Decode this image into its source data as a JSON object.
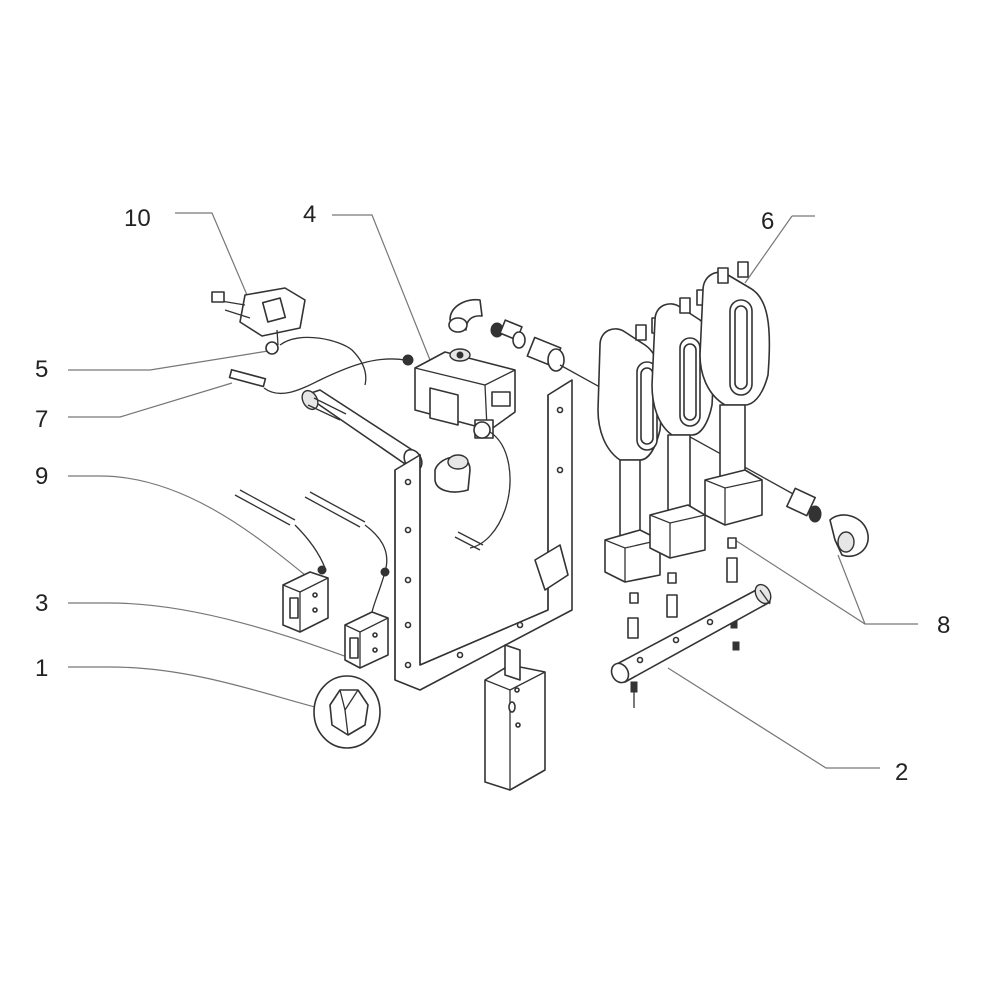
{
  "callouts": [
    {
      "id": "1",
      "label": "1"
    },
    {
      "id": "2",
      "label": "2"
    },
    {
      "id": "3",
      "label": "3"
    },
    {
      "id": "4",
      "label": "4"
    },
    {
      "id": "5",
      "label": "5"
    },
    {
      "id": "6",
      "label": "6"
    },
    {
      "id": "7",
      "label": "7"
    },
    {
      "id": "8",
      "label": "8"
    },
    {
      "id": "9",
      "label": "9"
    },
    {
      "id": "10",
      "label": "10"
    }
  ],
  "colors": {
    "line": "#333333",
    "leader": "#777777",
    "background": "#ffffff"
  }
}
